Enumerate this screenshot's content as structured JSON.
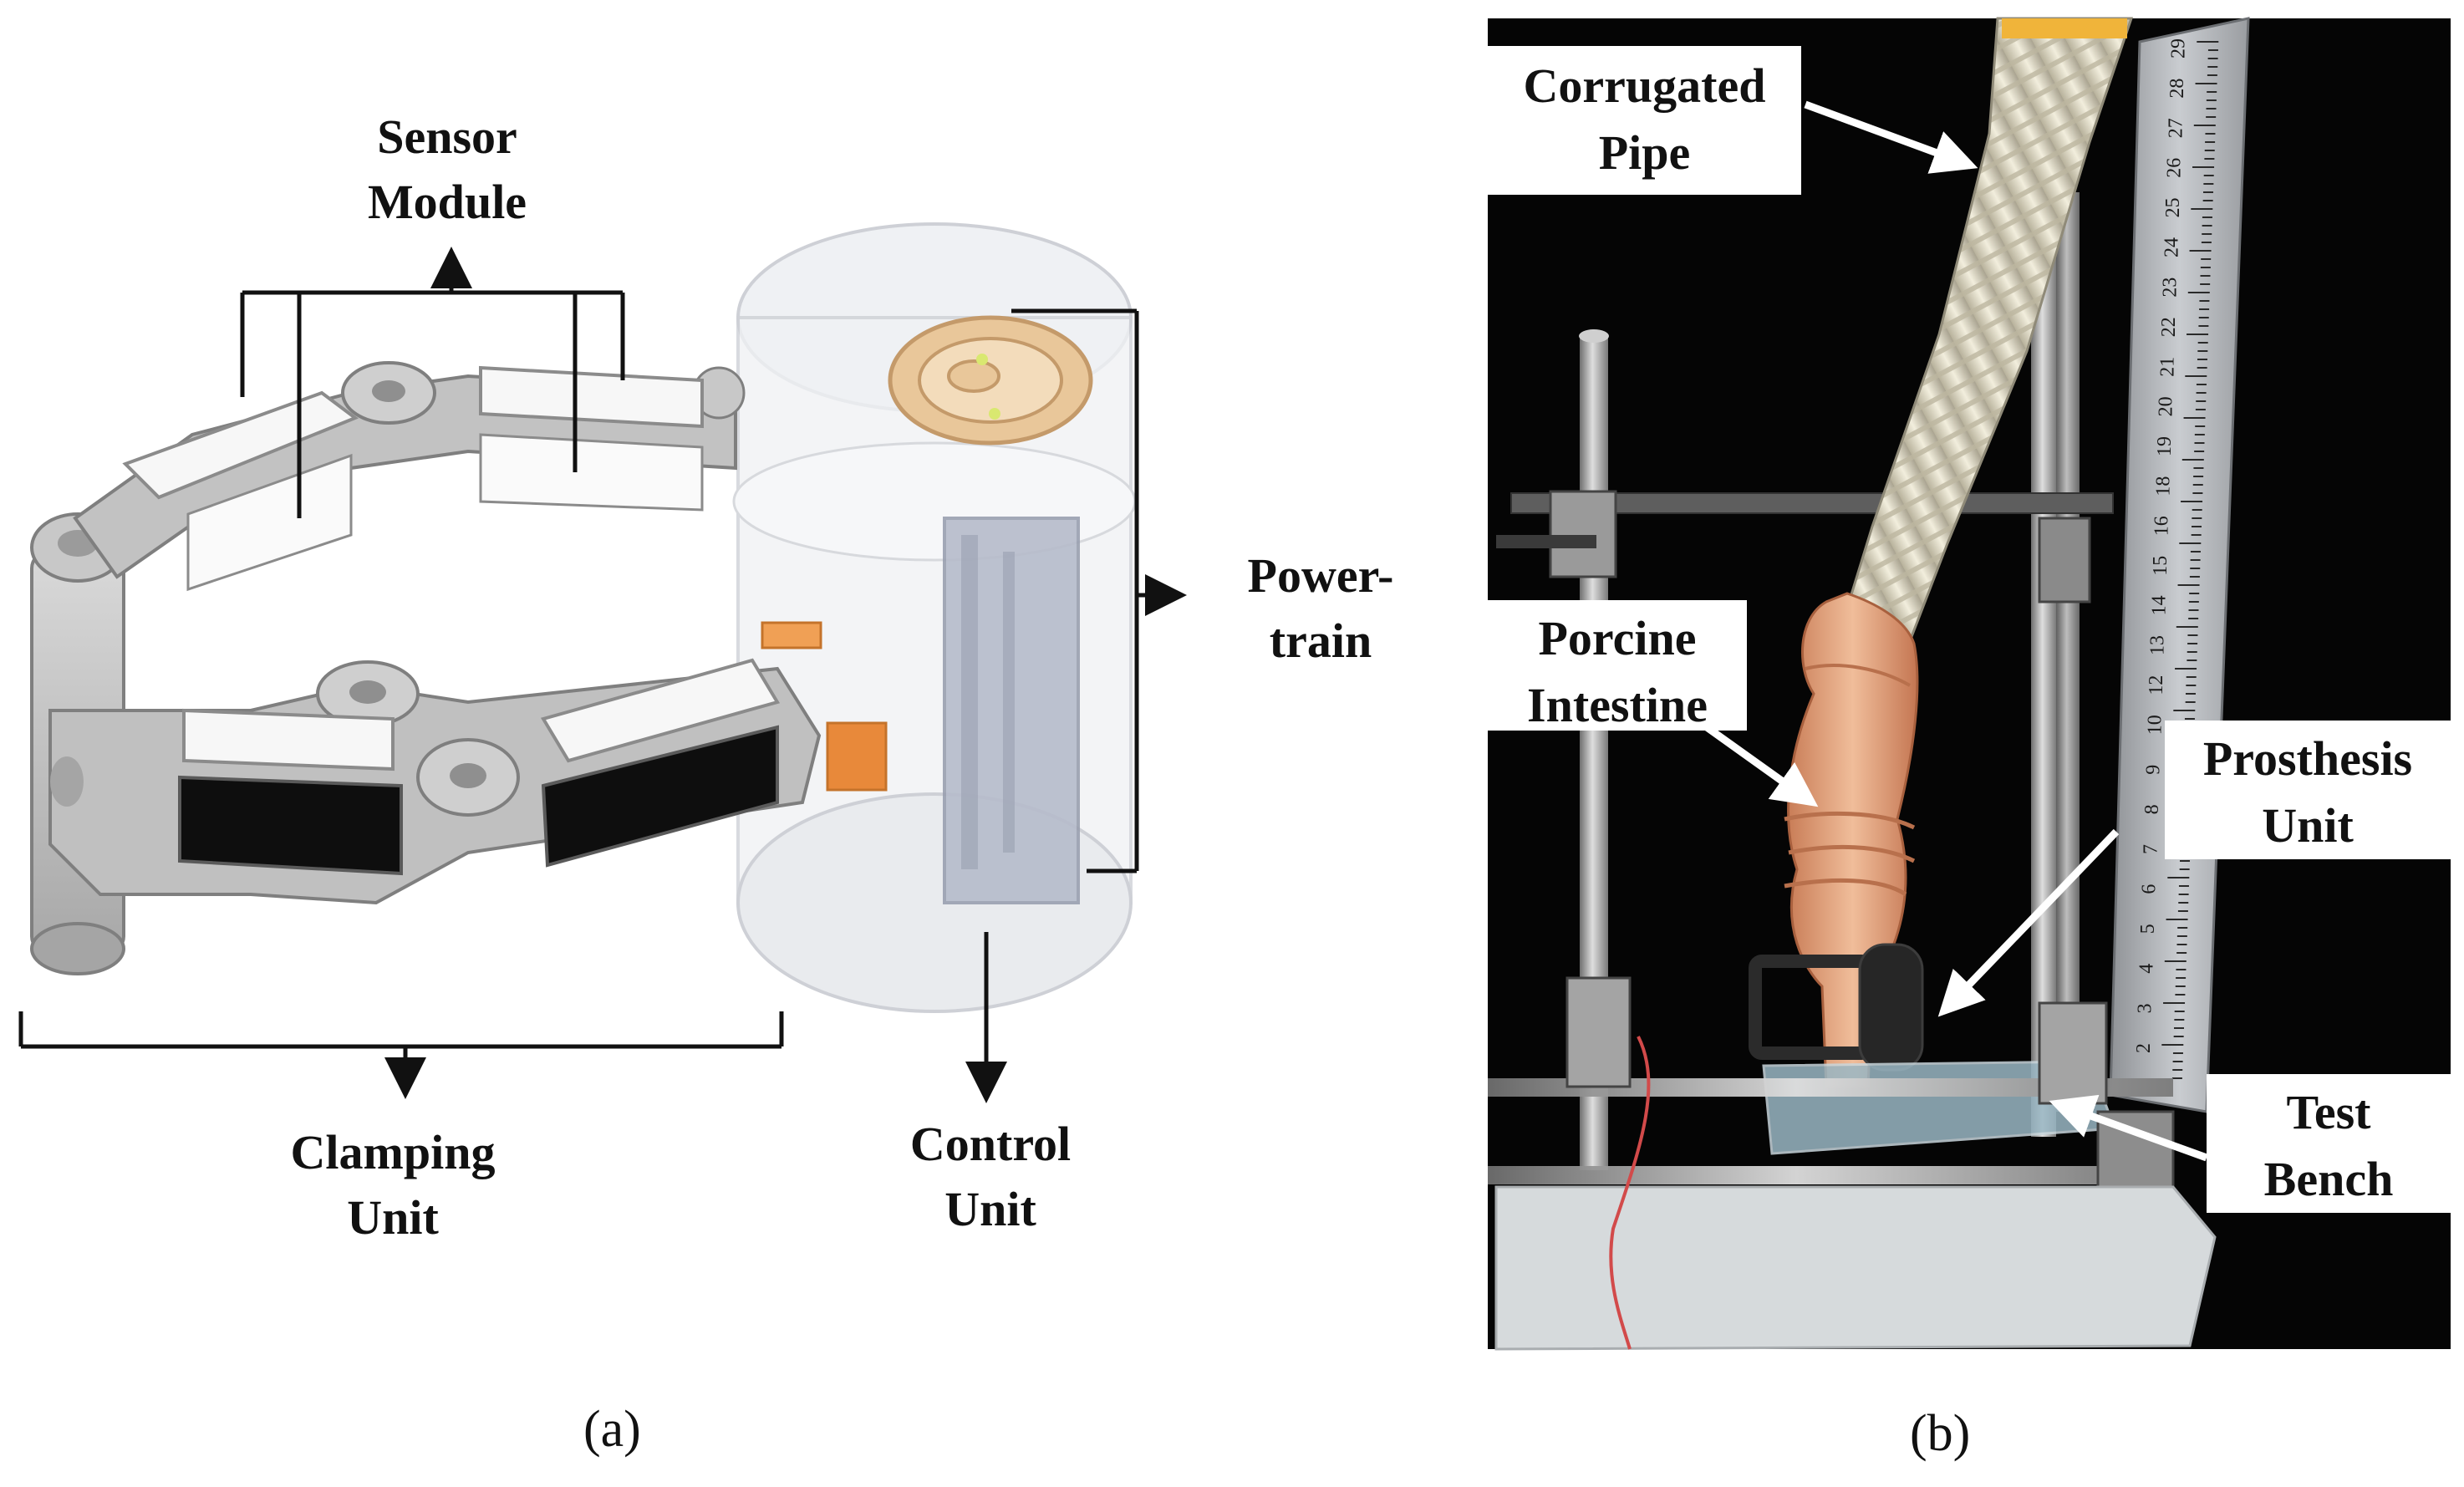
{
  "panel_a": {
    "caption": "(a)",
    "labels": {
      "sensor_module": [
        "Sensor",
        "Module"
      ],
      "powertrain": [
        "Power-",
        "train"
      ],
      "clamping_unit": [
        "Clamping",
        "Unit"
      ],
      "control_unit": [
        "Control",
        "Unit"
      ]
    }
  },
  "panel_b": {
    "caption": "(b)",
    "labels": {
      "corrugated_pipe": [
        "Corrugated",
        "Pipe"
      ],
      "porcine_intestine": [
        "Porcine",
        "Intestine"
      ],
      "prosthesis_unit": [
        "Prosthesis",
        "Unit"
      ],
      "test_bench": [
        "Test",
        "Bench"
      ]
    },
    "ruler_numbers": [
      "29",
      "28",
      "27",
      "26",
      "25",
      "24",
      "23",
      "22",
      "21",
      "20",
      "19",
      "18",
      "16",
      "15",
      "14",
      "13",
      "12",
      "10",
      "9",
      "8",
      "7",
      "6",
      "5",
      "4",
      "3",
      "2"
    ]
  },
  "colors": {
    "photo_background": "#050505",
    "metal_gray": "#b8b8b8",
    "intestine": "#e2a27e",
    "pipe": "#e6e1cf",
    "accent_orange": "#e8893a",
    "brass_gear": "#e9c79a"
  }
}
